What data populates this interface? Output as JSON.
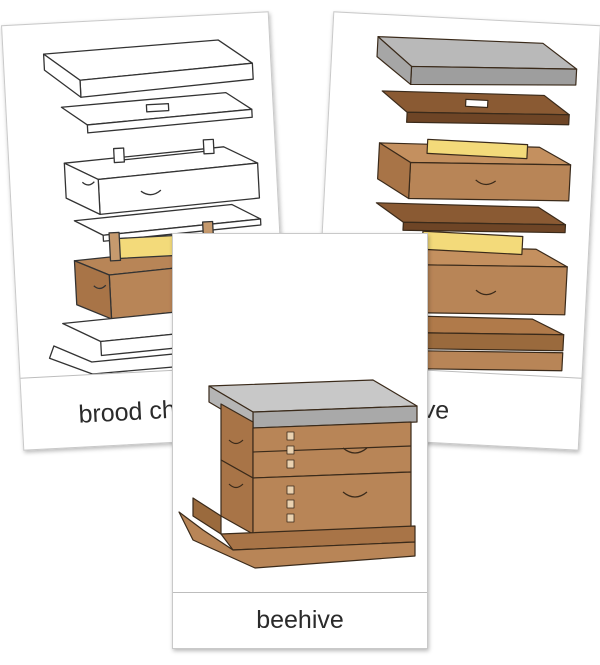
{
  "cards": {
    "left": {
      "label": "brood chamber",
      "style": "outline"
    },
    "right": {
      "label": "beehive",
      "style": "colored"
    },
    "front": {
      "label": "beehive",
      "style": "colored"
    }
  },
  "colors": {
    "wood": "#b88557",
    "wood_dark": "#7a4f2d",
    "lid_gray": "#a9a9a9",
    "lid_light": "#c8c8c8",
    "comb_yellow": "#f3da7a",
    "card_border": "#c9c9c9"
  }
}
